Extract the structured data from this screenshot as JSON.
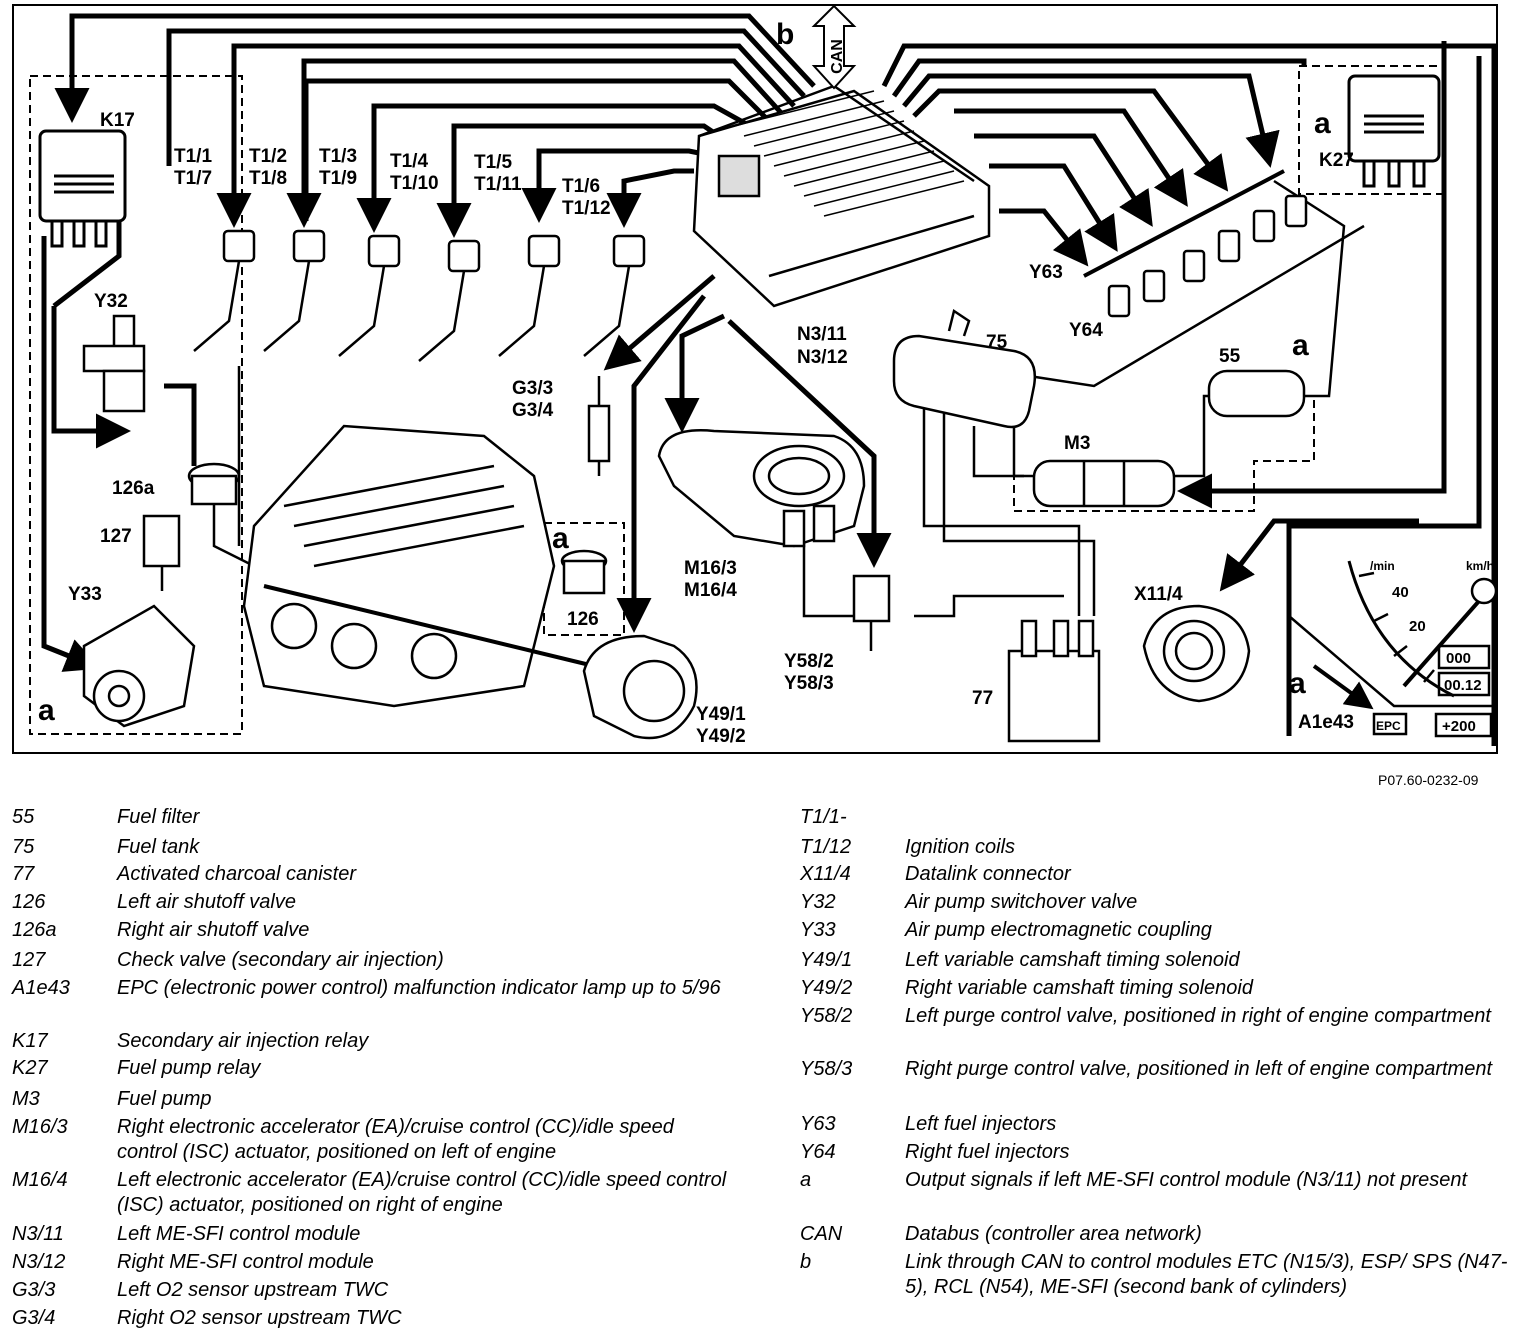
{
  "figure_ref": "P07.60-0232-09",
  "labels": {
    "b": "b",
    "can": "CAN",
    "k17": "K17",
    "k27": "K27",
    "a_k27": "a",
    "t1_1": "T1/1",
    "t1_7": "T1/7",
    "t1_2": "T1/2",
    "t1_8": "T1/8",
    "t1_3": "T1/3",
    "t1_9": "T1/9",
    "t1_4": "T1/4",
    "t1_10": "T1/10",
    "t1_5": "T1/5",
    "t1_11": "T1/11",
    "t1_6": "T1/6",
    "t1_12": "T1/12",
    "y32": "Y32",
    "y63": "Y63",
    "y64": "Y64",
    "n3_11": "N3/11",
    "n3_12": "N3/12",
    "g3_3": "G3/3",
    "g3_4": "G3/4",
    "n75": "75",
    "n55": "55",
    "a_55": "a",
    "n126a": "126a",
    "n127": "127",
    "m3": "M3",
    "y33": "Y33",
    "a_126": "a",
    "n126": "126",
    "m16_3": "M16/3",
    "m16_4": "M16/4",
    "x11_4": "X11/4",
    "a_left": "a",
    "y58_2": "Y58/2",
    "y58_3": "Y58/3",
    "n77": "77",
    "y49_1": "Y49/1",
    "y49_2": "Y49/2",
    "a_cluster": "a",
    "a1e43": "A1e43",
    "speed_40": "40",
    "speed_20": "20",
    "speed_unit": "km/h",
    "rpm_unit": "/min",
    "odo_1": "000",
    "odo_2": "00.12",
    "epc": "EPC",
    "temp": "+200"
  },
  "legend_left": [
    {
      "code": "55",
      "desc": "Fuel filter"
    },
    {
      "code": "75",
      "desc": "Fuel tank"
    },
    {
      "code": "77",
      "desc": "Activated charcoal canister"
    },
    {
      "code": "126",
      "desc": "Left air shutoff valve"
    },
    {
      "code": "126a",
      "desc": "Right air shutoff valve"
    },
    {
      "code": "127",
      "desc": "Check valve (secondary air injection)"
    },
    {
      "code": "A1e43",
      "desc": "EPC (electronic power control) malfunction indicator lamp up to 5/96"
    },
    {
      "code": "K17",
      "desc": "Secondary air injection relay"
    },
    {
      "code": "K27",
      "desc": "Fuel pump relay"
    },
    {
      "code": "M3",
      "desc": "Fuel pump"
    },
    {
      "code": "M16/3",
      "desc": "Right electronic accelerator (EA)/cruise control (CC)/idle speed control (ISC) actuator, positioned on left of engine"
    },
    {
      "code": "M16/4",
      "desc": "Left electronic accelerator (EA)/cruise control (CC)/idle speed control (ISC) actuator, positioned on right of engine"
    },
    {
      "code": "N3/11",
      "desc": "Left ME-SFI control module"
    },
    {
      "code": "N3/12",
      "desc": "Right ME-SFI control module"
    },
    {
      "code": "G3/3",
      "desc": "Left O2 sensor upstream TWC"
    },
    {
      "code": "G3/4",
      "desc": "Right O2 sensor upstream TWC"
    }
  ],
  "legend_right": [
    {
      "code": "T1/1-",
      "desc": ""
    },
    {
      "code": "T1/12",
      "desc": "Ignition coils"
    },
    {
      "code": "X11/4",
      "desc": "Datalink connector"
    },
    {
      "code": "Y32",
      "desc": "Air pump switchover valve"
    },
    {
      "code": "Y33",
      "desc": "Air pump electromagnetic coupling"
    },
    {
      "code": "Y49/1",
      "desc": "Left variable camshaft timing solenoid"
    },
    {
      "code": "Y49/2",
      "desc": "Right variable camshaft timing solenoid"
    },
    {
      "code": "Y58/2",
      "desc": "Left purge control valve, positioned in right of engine compartment"
    },
    {
      "code": "Y58/3",
      "desc": "Right purge control valve, positioned in left of engine compartment"
    },
    {
      "code": "Y63",
      "desc": "Left fuel injectors"
    },
    {
      "code": "Y64",
      "desc": "Right fuel injectors"
    },
    {
      "code": "a",
      "desc": "Output signals if left ME-SFI control module (N3/11) not present"
    },
    {
      "code": "CAN",
      "desc": "Databus (controller area network)"
    },
    {
      "code": "b",
      "desc": "Link through CAN to control modules ETC (N15/3), ESP/ SPS (N47-5), RCL (N54), ME-SFI (second bank of cylinders)"
    }
  ]
}
